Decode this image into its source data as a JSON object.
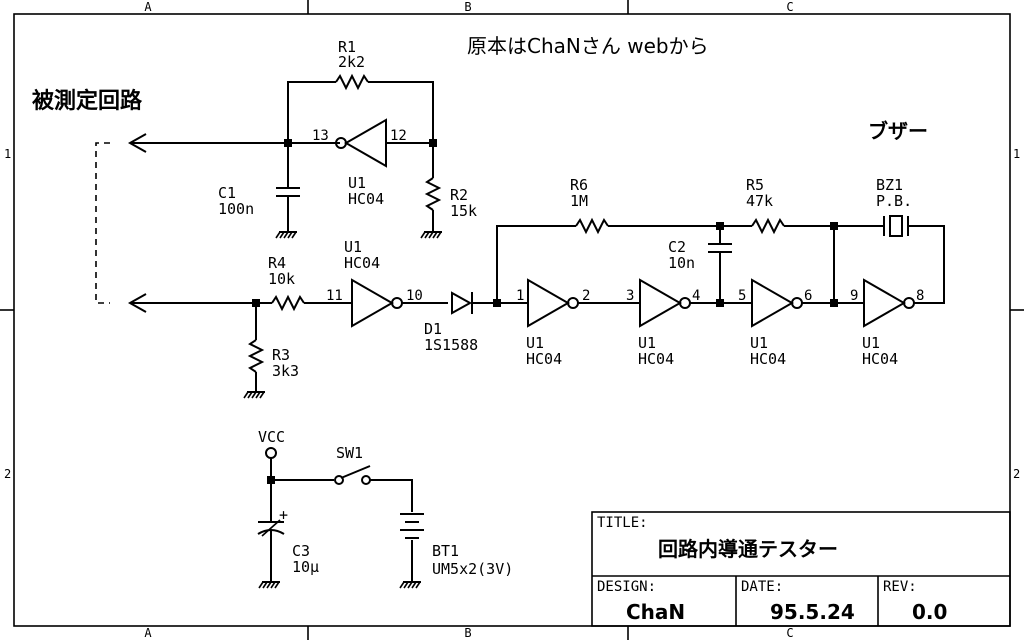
{
  "border": {
    "cols": [
      "A",
      "B",
      "C"
    ],
    "rows": [
      "1",
      "2"
    ]
  },
  "note": "原本はChaNさん webから",
  "headings": {
    "dut": "被測定回路",
    "buzzer": "ブザー"
  },
  "components": {
    "r1": {
      "ref": "R1",
      "value": "2k2"
    },
    "r2": {
      "ref": "R2",
      "value": "15k"
    },
    "r3": {
      "ref": "R3",
      "value": "3k3"
    },
    "r4": {
      "ref": "R4",
      "value": "10k"
    },
    "r5": {
      "ref": "R5",
      "value": "47k"
    },
    "r6": {
      "ref": "R6",
      "value": "1M"
    },
    "c1": {
      "ref": "C1",
      "value": "100n"
    },
    "c2": {
      "ref": "C2",
      "value": "10n"
    },
    "c3": {
      "ref": "C3",
      "value": "10μ"
    },
    "d1": {
      "ref": "D1",
      "value": "1S1588"
    },
    "bz1": {
      "ref": "BZ1",
      "value": "P.B."
    },
    "sw1": {
      "ref": "SW1"
    },
    "bt1": {
      "ref": "BT1",
      "value": "UM5x2(3V)"
    },
    "vcc": {
      "label": "VCC"
    },
    "c3_plus": "+"
  },
  "gates": {
    "g1": {
      "ref": "U1",
      "type": "HC04",
      "pin_in": "12",
      "pin_out": "13"
    },
    "g2": {
      "ref": "U1",
      "type": "HC04",
      "pin_in": "11",
      "pin_out": "10"
    },
    "g3": {
      "ref": "U1",
      "type": "HC04",
      "pin_in": "1",
      "pin_out": "2"
    },
    "g4": {
      "ref": "U1",
      "type": "HC04",
      "pin_in": "3",
      "pin_out": "4"
    },
    "g5": {
      "ref": "U1",
      "type": "HC04",
      "pin_in": "5",
      "pin_out": "6"
    },
    "g6": {
      "ref": "U1",
      "type": "HC04",
      "pin_in": "9",
      "pin_out": "8"
    }
  },
  "title_block": {
    "title_label": "TITLE:",
    "title": "回路内導通テスター",
    "design_label": "DESIGN:",
    "design": "ChaN",
    "date_label": "DATE:",
    "date": "95.5.24",
    "rev_label": "REV:",
    "rev": "0.0"
  }
}
